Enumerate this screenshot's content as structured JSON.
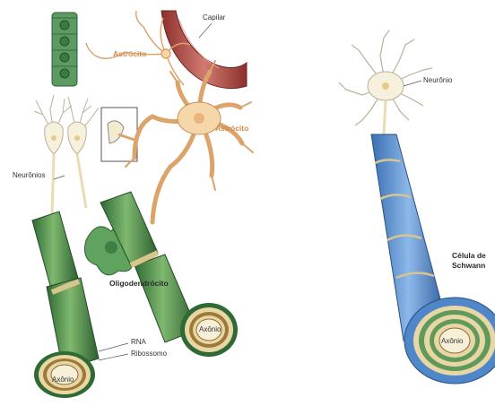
{
  "left_figure": {
    "labels": {
      "capillary": "Capilar",
      "astrocyte_top": "Astrócito",
      "astrocyte_right": "Astrócito",
      "neurons": "Neurônios",
      "oligodendrocyte": "Oligodendrócito",
      "rna": "RNA",
      "ribosome": "Ribossomo",
      "axon_upper": "Axônio",
      "axon_lower": "Axônio"
    }
  },
  "right_figure": {
    "labels": {
      "neuron": "Neurônio",
      "schwann_line1": "Célula de",
      "schwann_line2": "Schwann",
      "axon": "Axônio"
    }
  },
  "colors": {
    "myelin_green": "#4f8f4f",
    "myelin_blue": "#5b8fd0",
    "astrocyte_fill": "#f6d7aa",
    "neuron_fill": "#f7f0dc",
    "capillary_red": "#b84a46",
    "axon_cream": "#f1e3bd"
  }
}
